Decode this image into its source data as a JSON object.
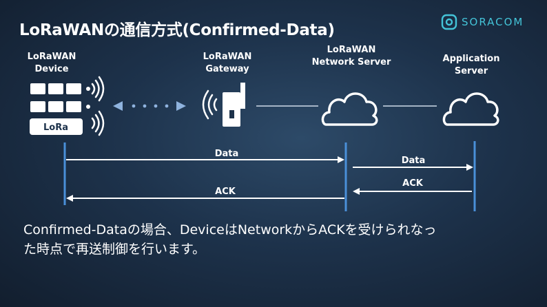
{
  "title": "LoRaWANの通信方式(Confirmed-Data)",
  "brand": {
    "name": "SORACOM",
    "color": "#44c4d8"
  },
  "nodes": {
    "device": {
      "line1": "LoRaWAN",
      "line2": "Device",
      "badge": "LoRa"
    },
    "gateway": {
      "line1": "LoRaWAN",
      "line2": "Gateway"
    },
    "network_server": {
      "line1": "LoRaWAN",
      "line2": "Network Server"
    },
    "app_server": {
      "line1": "Application",
      "line2": "Server"
    }
  },
  "messages": {
    "data_dev_to_ns": "Data",
    "ack_ns_to_dev": "ACK",
    "data_ns_to_app": "Data",
    "ack_app_to_ns": "ACK"
  },
  "note": {
    "line1": "Confirmed-Dataの場合、DeviceはNetworkからACKを受けられなっ",
    "line2": "た時点で再送制御を行います。"
  },
  "colors": {
    "lifeline": "#4a90d9",
    "link": "#8fb3de",
    "arrow": "#ffffff"
  }
}
